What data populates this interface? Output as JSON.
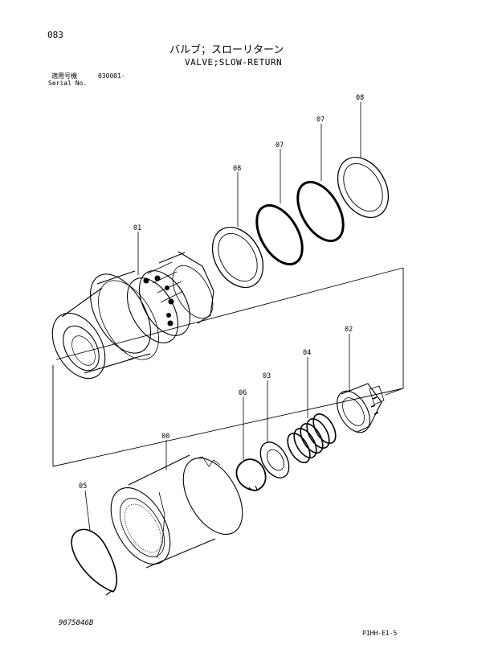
{
  "header": {
    "page_number": "083",
    "title_japanese": "バルブ；スローリターン",
    "title_english": "VALVE;SLOW-RETURN",
    "serial_label_japanese": "適用号機",
    "serial_number": "030001-",
    "serial_label_english": "Serial No."
  },
  "callouts": {
    "part_08_upper": "08",
    "part_07_right": "07",
    "part_07_left": "07",
    "part_08_lower": "08",
    "part_01": "01",
    "part_02": "02",
    "part_04": "04",
    "part_03": "03",
    "part_06": "06",
    "part_00": "00",
    "part_05": "05"
  },
  "footer": {
    "drawing_number": "9075046B",
    "sheet_reference": "PIHH-E1-5"
  }
}
